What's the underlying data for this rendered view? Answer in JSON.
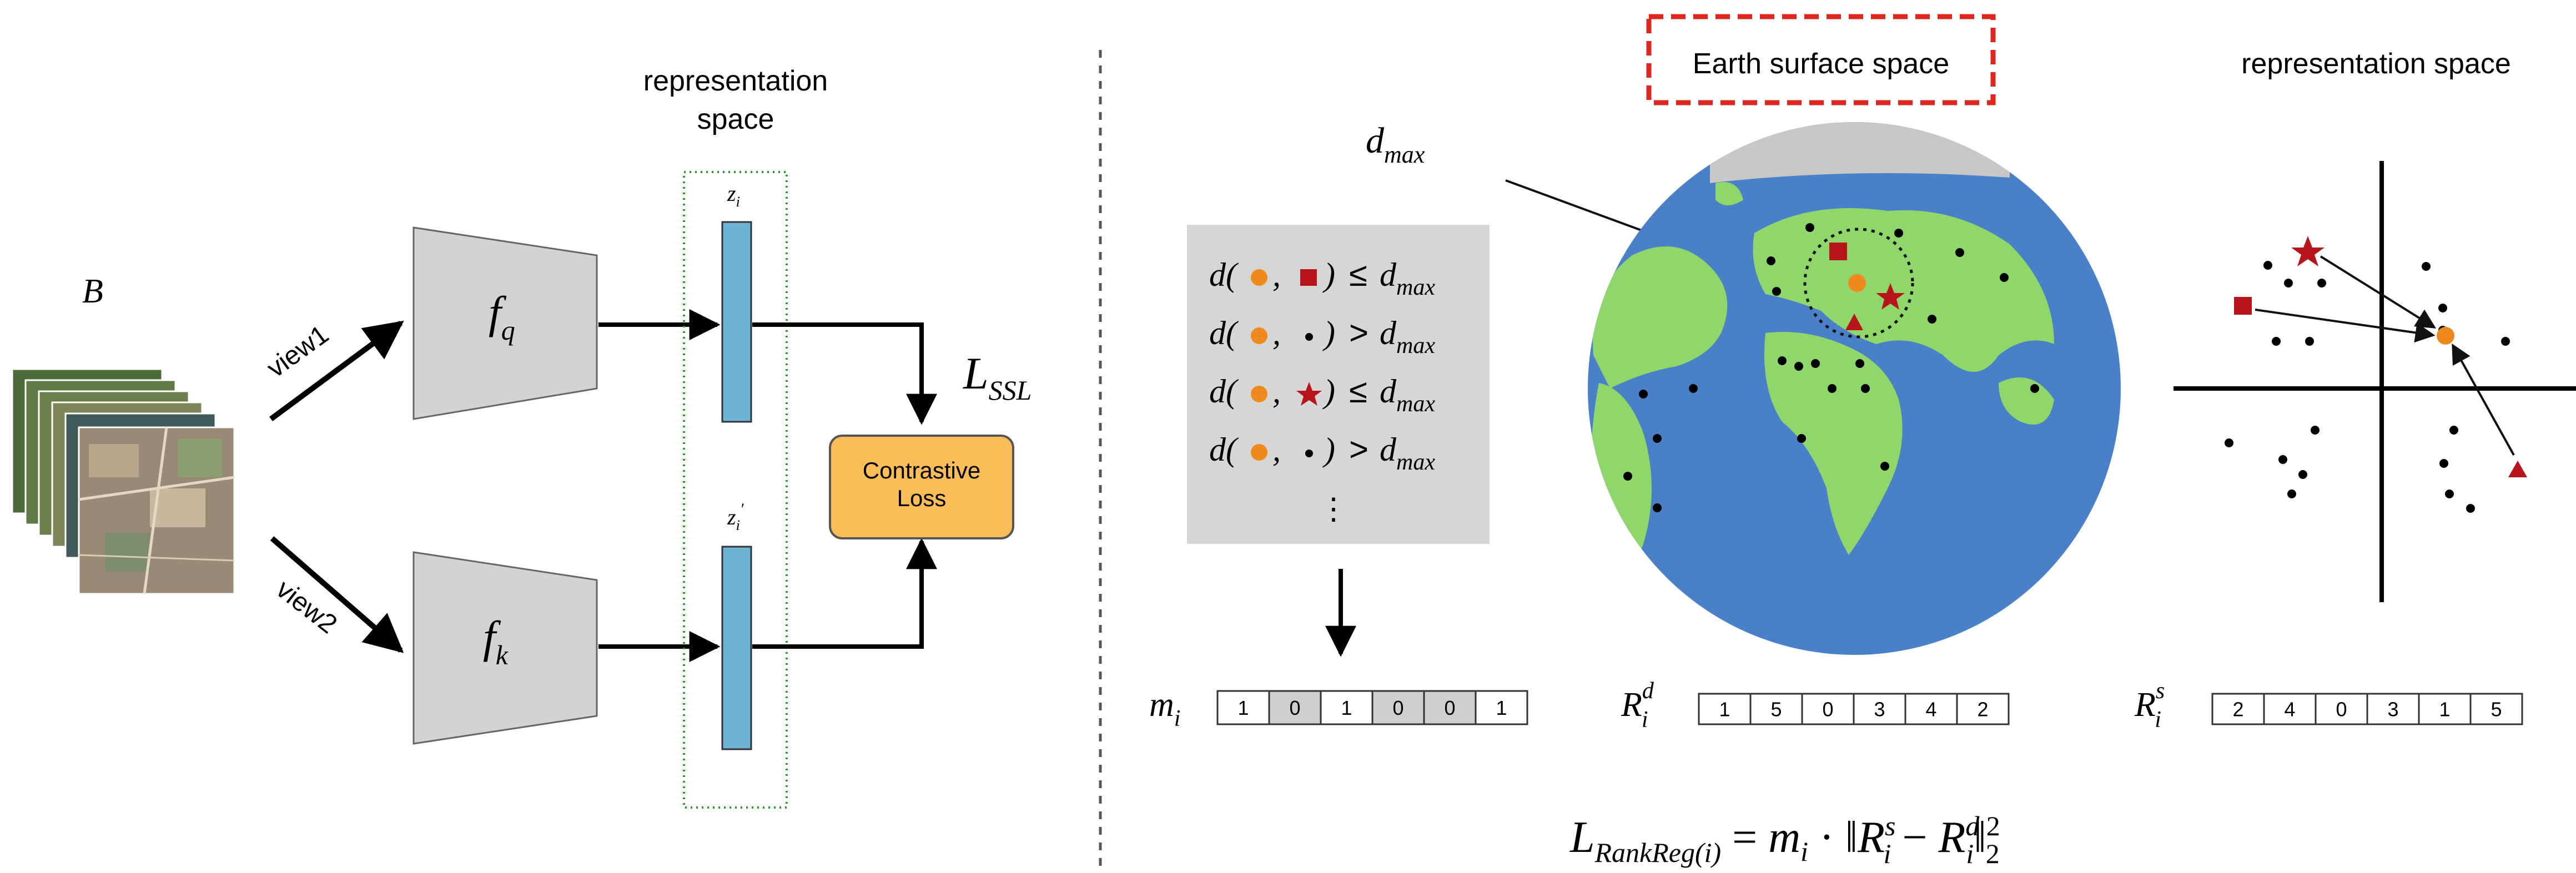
{
  "colors": {
    "encoder_fill": "#d3d3d3",
    "rep_bar_fill": "#6cb4d4",
    "loss_fill": "#fbbd57",
    "loss_border": "#555555",
    "rep_box_border": "#2e9a2e",
    "earth_box_border": "#e0251e",
    "ocean": "#4a80c7",
    "land": "#8fd76a",
    "ice": "#c7c7c7",
    "orange_point": "#f08a1c",
    "red_point": "#b8141c",
    "panel_bg": "#d6d6d6",
    "cell_grey": "#cfcfcf"
  },
  "left": {
    "batch_label": "B",
    "view1_label": "view1",
    "view2_label": "view2",
    "rep_space_title": [
      "representation",
      "space"
    ],
    "fq_f": "f",
    "fq_sub": "q",
    "fk_f": "f",
    "fk_sub": "k",
    "zi_z": "z",
    "zi_sub": "i",
    "zip_z": "z",
    "zip_sub": "i",
    "zip_prime": "′",
    "lssl_L": "L",
    "lssl_sub": "SSL",
    "loss_label": [
      "Contrastive",
      "Loss"
    ]
  },
  "right": {
    "dmax_d": "d",
    "dmax_sub": "max",
    "earth_title": "Earth surface space",
    "rep_space_title": "representation space",
    "conditions": [
      {
        "d": "d(",
        "comma": ",",
        "close": ")",
        "op": "≤",
        "rhs_d": "d",
        "rhs_sub": "max"
      },
      {
        "d": "d(",
        "comma": ",",
        "close": ")",
        "op": ">",
        "rhs_d": "d",
        "rhs_sub": "max"
      },
      {
        "d": "d(",
        "comma": ",",
        "close": ")",
        "op": "≤",
        "rhs_d": "d",
        "rhs_sub": "max"
      },
      {
        "d": "d(",
        "comma": ",",
        "close": ")",
        "op": ">",
        "rhs_d": "d",
        "rhs_sub": "max"
      }
    ],
    "ellipsis": "⋮",
    "mi": {
      "main": "m",
      "sub": "i",
      "cells": [
        "1",
        "0",
        "1",
        "0",
        "0",
        "1"
      ],
      "grey": [
        false,
        true,
        false,
        true,
        true,
        false
      ]
    },
    "rid": {
      "main": "R",
      "sub": "i",
      "sup": "d",
      "cells": [
        "1",
        "5",
        "0",
        "3",
        "4",
        "2"
      ]
    },
    "ris": {
      "main": "R",
      "sub": "i",
      "sup": "s",
      "cells": [
        "2",
        "4",
        "0",
        "3",
        "1",
        "5"
      ]
    },
    "formula": {
      "L": "L",
      "L_sub": "RankReg(i)",
      "eq": " = ",
      "m": "m",
      "m_sub": "i",
      "dot": " · ‖",
      "R1": "R",
      "R1_sup": "s",
      "R1_sub": "i",
      "minus": " − ",
      "R2": "R",
      "R2_sup": "d",
      "R2_sub": "i",
      "norm": "‖",
      "norm_sup": "2",
      "norm_sub": "2"
    }
  }
}
